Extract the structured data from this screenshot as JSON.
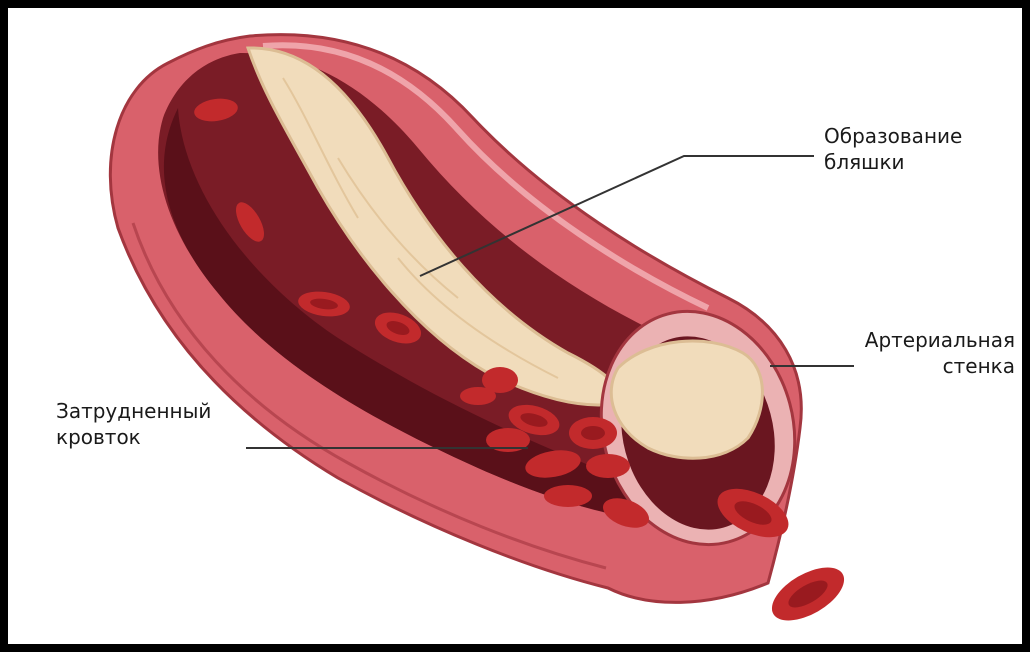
{
  "labels": {
    "plaque_formation": [
      "Образование",
      "бляшки"
    ],
    "arterial_wall": [
      "Артериальная",
      "стенка"
    ],
    "impaired_flow": [
      "Затрудненный",
      "кровток"
    ]
  },
  "colors": {
    "background": "#ffffff",
    "frame": "#000000",
    "outer_wall": "#d9616b",
    "wall_edge": "#a3363f",
    "inner_wall": "#ebb2b3",
    "lumen": "#7a1c26",
    "lumen_dark": "#5a1019",
    "plaque": "#f1dcbb",
    "plaque_edge": "#dcbd94",
    "blood_cell": "#c22a2c",
    "blood_cell_center": "#991a1f",
    "leader_line": "#333333"
  }
}
